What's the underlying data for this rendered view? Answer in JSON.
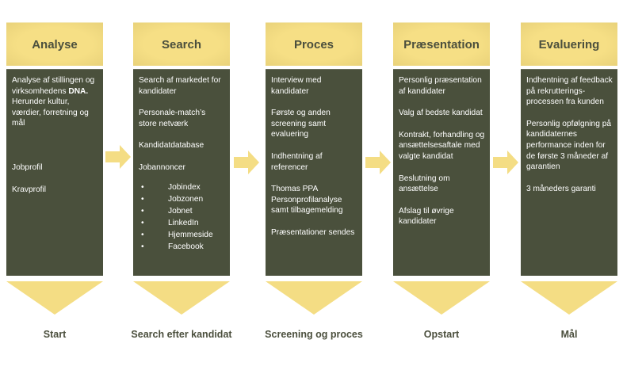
{
  "diagram": {
    "colors": {
      "header_fill": "#f6df85",
      "body_fill": "#4a503c",
      "arrow_fill": "#f4dd84",
      "label_text": "#4b4f3d",
      "body_text": "#ffffff"
    },
    "stages": [
      {
        "title": "Analyse",
        "paragraphs": [
          "Analyse af stillingen og virksomhedens DNA. Herunder kultur, værdier, forretning og mål",
          "Jobprofil",
          "Kravprofil"
        ],
        "outcome": "Start"
      },
      {
        "title": "Search",
        "paragraphs": [
          "Search af markedet for kandidater",
          "Personale-match’s store netværk",
          "Kandidatdatabase",
          "Jobannoncer"
        ],
        "list": [
          "Jobindex",
          "Jobzonen",
          "Jobnet",
          "LinkedIn",
          "Hjemmeside",
          "Facebook"
        ],
        "outcome": "Search efter kandidat"
      },
      {
        "title": "Proces",
        "paragraphs": [
          "Interview med kandidater",
          "Første og anden screening samt evaluering",
          "Indhentning af referencer",
          "Thomas PPA Personprofilanalyse samt tilbagemelding",
          "Præsentationer sendes"
        ],
        "outcome": "Screening og proces"
      },
      {
        "title": "Præsentation",
        "paragraphs": [
          "Personlig præsentation af kandidater",
          "Valg af bedste kandidat",
          "Kontrakt, forhandling og ansættelsesaftale med valgte kandidat",
          "Beslutning om ansættelse",
          "Afslag til øvrige kandidater"
        ],
        "outcome": "Opstart"
      },
      {
        "title": "Evaluering",
        "paragraphs": [
          "Indhentning af  feedback på rekrutterings-processen fra kunden",
          "Personlig opfølgning på kandidaternes performance inden for de første 3 måneder af garantien",
          "3 måneders garanti"
        ],
        "outcome": "Mål"
      }
    ]
  }
}
